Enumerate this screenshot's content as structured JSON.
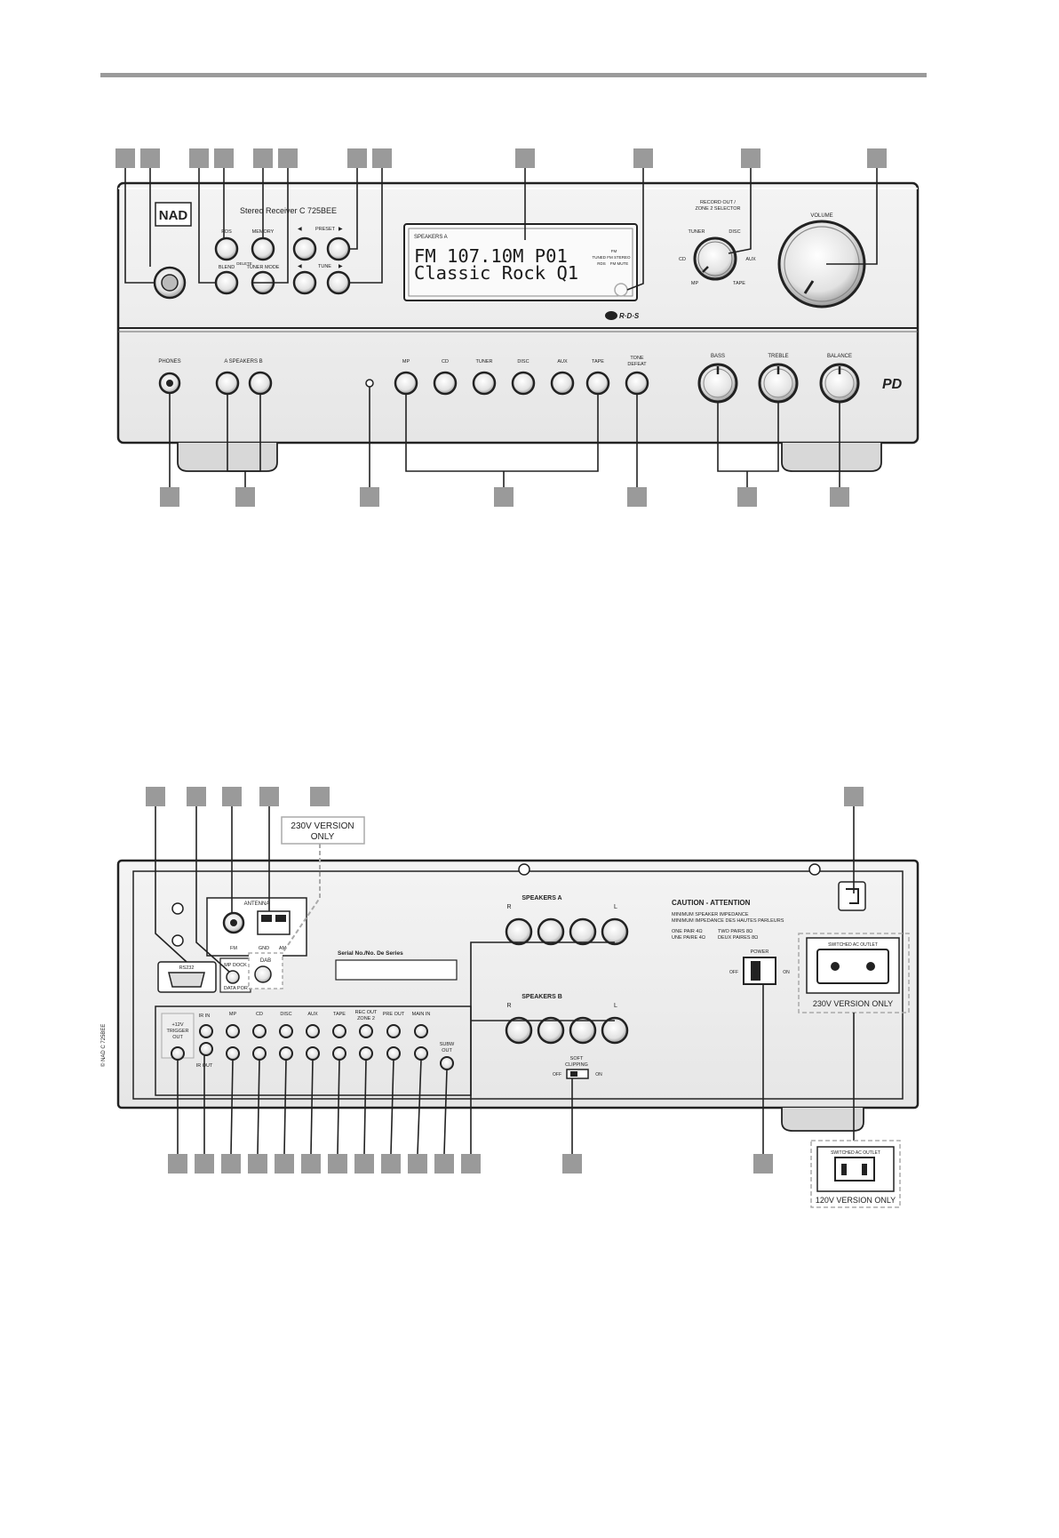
{
  "front": {
    "brand": "NAD",
    "model_text": "Stereo Receiver C 725BEE",
    "btn": {
      "rds": "RDS",
      "memory": "MEMORY",
      "blend": "BLEND",
      "tuner_mode": "TUNER MODE",
      "delete": "DELETE",
      "preset": "PRESET",
      "tune": "TUNE",
      "arrow_left": "◀",
      "arrow_right": "▶"
    },
    "display": {
      "speakers": "SPEAKERS A",
      "line1": "FM 107.10M P01",
      "line2": "Classic Rock Q1",
      "ind_fm": "FM",
      "ind_tuned": "TUNED FM STEREO",
      "ind_rds": "RDS",
      "ind_mute": "FM MUTE"
    },
    "selector": {
      "title1": "RECORD OUT /",
      "title2": "ZONE 2 SELECTOR",
      "tuner": "TUNER",
      "disc": "DISC",
      "cd": "CD",
      "aux": "AUX",
      "mp": "MP",
      "tape": "TAPE"
    },
    "volume": "VOLUME",
    "rds_logo": "R·D·S",
    "phones": "PHONES",
    "speakers": "A   SPEAKERS   B",
    "inputs": [
      "MP",
      "CD",
      "TUNER",
      "DISC",
      "AUX",
      "TAPE"
    ],
    "tone_defeat_1": "TONE",
    "tone_defeat_2": "DEFEAT",
    "bass": "BASS",
    "treble": "TREBLE",
    "balance": "BALANCE",
    "pd_logo": "PD"
  },
  "rear": {
    "version_230_1": "230V VERSION",
    "version_230_2": "ONLY",
    "antenna": "ANTENNA",
    "fm": "FM",
    "gnd": "GND",
    "am": "AM",
    "rs232": "RS232",
    "mp_dock": "MP DOCK",
    "data_port": "DATA PORT",
    "dab": "DAB",
    "serial": "Serial No./No. De Series",
    "speakers_a": "SPEAKERS A",
    "speakers_b": "SPEAKERS B",
    "sp_r": "R",
    "sp_l": "L",
    "caution": "CAUTION - ATTENTION",
    "min_imp": "MINIMUM SPEAKER IMPEDANCE",
    "min_imp_fr": "MINIMUM IMPEDANCE DES HAUTES PARLEURS",
    "one_pair": "ONE PAIR 4Ω",
    "une_paire": "UNE PAIRE 4Ω",
    "two_pairs": "TWO PAIRS 8Ω",
    "deux_paires": "DEUX PAIRES 8Ω",
    "power": "POWER",
    "off": "OFF",
    "on": "ON",
    "switched_ac": "SWITCHED AC OUTLET",
    "label_230": "230V VERSION ONLY",
    "label_120": "120V VERSION ONLY",
    "trigger_1": "+12V",
    "trigger_2": "TRIGGER",
    "trigger_3": "OUT",
    "ir_in": "IR IN",
    "ir_out": "IR OUT",
    "jacks": [
      "MP",
      "CD",
      "DISC",
      "AUX",
      "TAPE"
    ],
    "rec_out_1": "REC OUT",
    "rec_out_2": "ZONE 2",
    "pre_out": "PRE OUT",
    "main_in": "MAIN IN",
    "subw_1": "SUBW",
    "subw_2": "OUT",
    "soft_1": "SOFT",
    "soft_2": "CLIPPING",
    "copyright": "© NAD C 725BEE"
  }
}
